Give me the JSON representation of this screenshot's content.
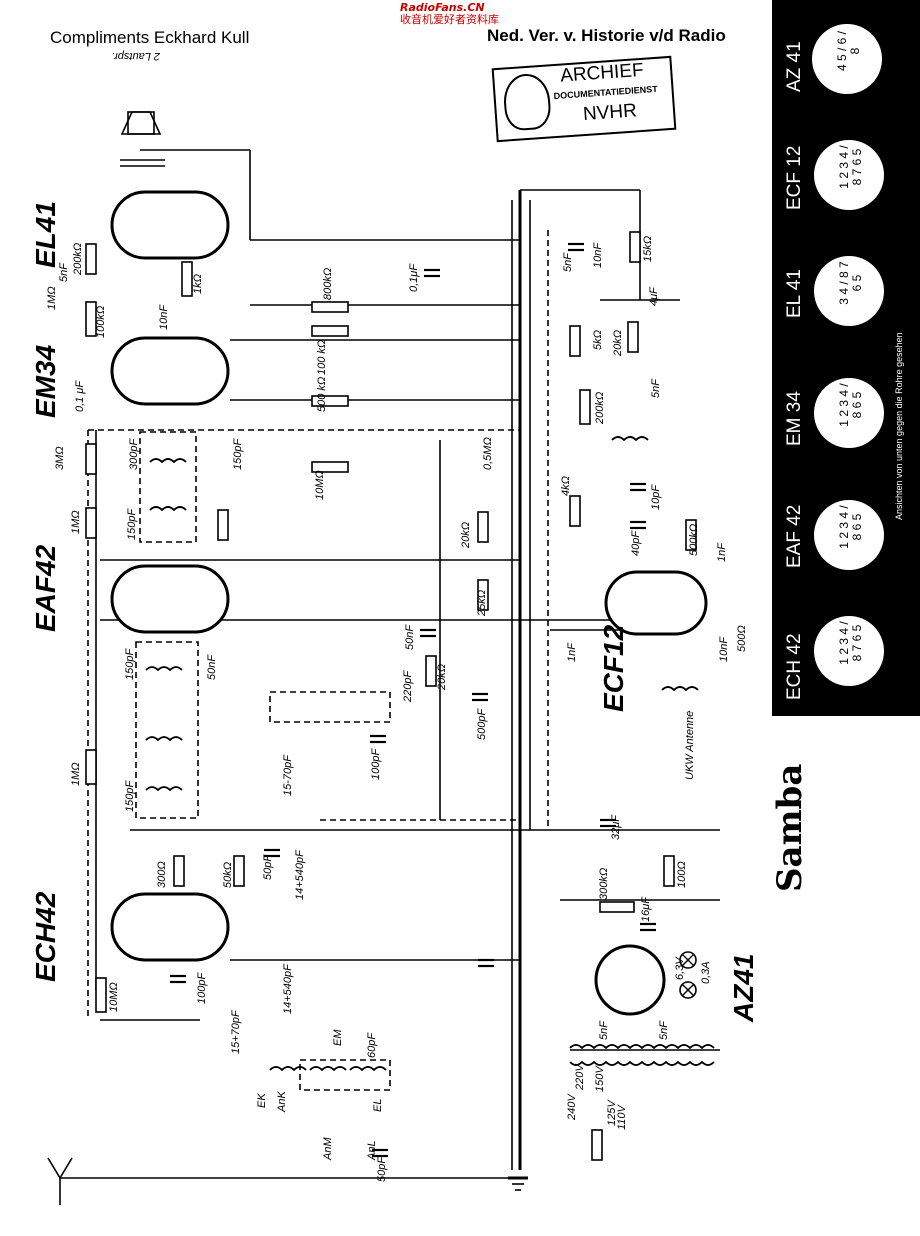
{
  "header": {
    "compliments": "Compliments Eckhard Kull",
    "organisation": "Ned. Ver. v. Historie v/d Radio",
    "site_logo": "RadioFans.CN",
    "site_logo_sub": "收音机爱好者资料库"
  },
  "stamp": {
    "line1": "ARCHIEF",
    "line2": "DOCUMENTATIEDIENST",
    "line3": "NVHR"
  },
  "model_name": "Samba",
  "tubes": [
    "EL41",
    "EM34",
    "EAF42",
    "ECH42",
    "ECF12",
    "AZ41"
  ],
  "panel": {
    "tubes": [
      "AZ 41",
      "ECF 12",
      "EL 41",
      "EM 34",
      "EAF 42",
      "ECH 42"
    ],
    "pins": [
      "4 5 / 6 / 8",
      "1 2 3 4 / 8 7 6 5",
      "3 4 / 8 7 6 5",
      "1 2 3 4 / 8 6 5",
      "1 2 3 4 / 8 6 5",
      "1 2 3 4 / 8 7 6 5"
    ],
    "note": "Ansichten von unten gegen die Rohre gesehen"
  },
  "components": {
    "c1": "200kΩ",
    "c2": "5nF",
    "c3": "1MΩ",
    "c4": "100kΩ",
    "c5": "1kΩ",
    "c6": "800kΩ",
    "c7": "0,1μF",
    "c8": "10nF",
    "c9": "100 kΩ",
    "c10": "500 kΩ",
    "c11": "0,1 μF",
    "c12": "3MΩ",
    "c13": "300pF",
    "c14": "150pF",
    "c15": "1MΩ",
    "c16": "150pF",
    "c17": "50nF",
    "c18": "150pF",
    "c19": "1MΩ",
    "c20": "150pF",
    "c21": "300Ω",
    "c22": "50kΩ",
    "c23": "50pF",
    "c24": "14+540pF",
    "c25": "15-70pF",
    "c26": "100pF",
    "c27": "220pF",
    "c28": "20kΩ",
    "c29": "500pF",
    "c30": "50nF",
    "c31": "25kΩ",
    "c32": "20kΩ",
    "c33": "0,5MΩ",
    "c34": "4kΩ",
    "c35": "5nF",
    "c36": "10nF",
    "c37": "15kΩ",
    "c38": "4μF",
    "c39": "5kΩ",
    "c40": "20kΩ",
    "c41": "200kΩ",
    "c42": "5nF",
    "c43": "10pF",
    "c44": "40pF",
    "c45": "500kΩ",
    "c46": "1nF",
    "c47": "500Ω",
    "c48": "10nF",
    "c49": "1nF",
    "c50": "32μF",
    "c51": "300kΩ",
    "c52": "16μF",
    "c53": "100Ω",
    "c54": "5nF",
    "c55": "5nF",
    "c56": "6,3V",
    "c57": "0,3A",
    "c58": "10MΩ",
    "c59": "100pF",
    "c60": "14+540pF",
    "c61": "15+70pF",
    "c62": "60pF",
    "c63": "50pF",
    "c64": "UKW Antenne",
    "c65": "2 Lautspr.",
    "c66": "EK",
    "c67": "EM",
    "c68": "EL",
    "c69": "AnK",
    "c70": "AnM",
    "c71": "AnL",
    "c72": "240V",
    "c73": "220V",
    "c74": "150V",
    "c75": "125V",
    "c76": "110V",
    "c77": "10MΩ"
  }
}
